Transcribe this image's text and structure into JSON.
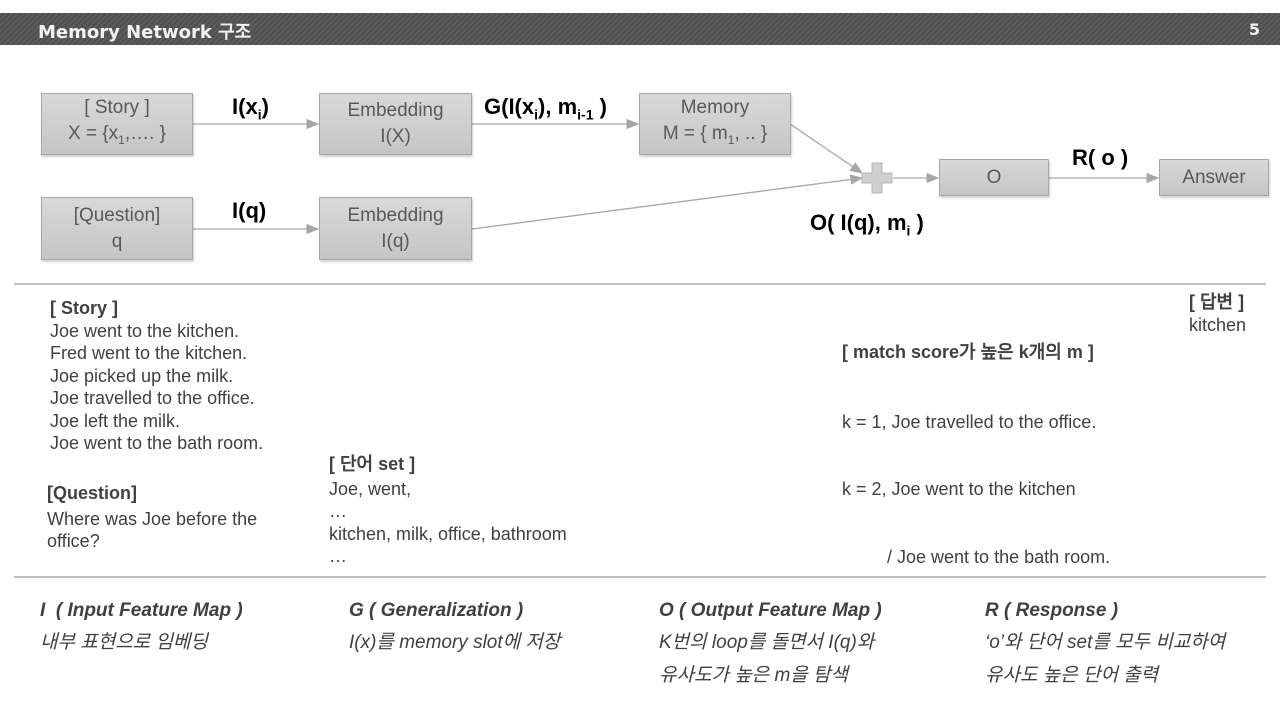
{
  "slide": {
    "title": "Memory Network 구조",
    "page_number": "5"
  },
  "diagram": {
    "story_box": {
      "line1": "[ Story ]",
      "line2_pre": "X = {x",
      "line2_sub": "1",
      "line2_post": ",…. }"
    },
    "embed1_box": {
      "line1": "Embedding",
      "line2": "I(X)"
    },
    "memory_box": {
      "line1": "Memory",
      "line2_pre": "M = { m",
      "line2_sub": "1",
      "line2_post": ", .. }"
    },
    "question_box": {
      "line1": "[Question]",
      "line2": "q"
    },
    "embed2_box": {
      "line1": "Embedding",
      "line2": "I(q)"
    },
    "o_box": {
      "label": "O"
    },
    "answer_box": {
      "label": "Answer"
    },
    "edge_labels": {
      "ix_pre": "I(x",
      "ix_sub": "i",
      "ix_post": ")",
      "g_pre": "G(I(x",
      "g_sub1": "i",
      "g_mid": "), m",
      "g_sub2": "i-1",
      "g_post": " )",
      "iq": "I(q)",
      "o_pre": "O( I(q), m",
      "o_sub": "i",
      "o_post": " )",
      "r": "R( o )"
    }
  },
  "story_section": {
    "heading": "[ Story ]",
    "lines": [
      "Joe went to the kitchen.",
      "Fred went to the kitchen.",
      "Joe picked up the milk.",
      "Joe travelled to the office.",
      "Joe left the milk.",
      "Joe went to the bath room."
    ]
  },
  "question_section": {
    "heading": "[Question]",
    "lines": [
      "Where was Joe before the",
      "office?"
    ]
  },
  "word_set_section": {
    "heading": "[ 단어 set ]",
    "lines": [
      "Joe,   went,",
      "…",
      "kitchen, milk, office, bathroom",
      "…"
    ]
  },
  "match_section": {
    "heading": "[ match score가 높은 k개의 m ]",
    "lines": [
      "k = 1, Joe travelled to the office.",
      "k = 2, Joe went to the kitchen",
      "         / Joe went to the bath room."
    ]
  },
  "answer_section": {
    "heading": "[ 답변 ]",
    "value": "kitchen"
  },
  "components": [
    {
      "title": "I  ( Input Feature Map )",
      "lines": [
        "내부 표현으로 임베딩"
      ]
    },
    {
      "title": "G ( Generalization )",
      "lines": [
        "I(x)를 memory slot에 저장"
      ]
    },
    {
      "title": "O ( Output Feature Map )",
      "lines": [
        "K번의 loop를 돌면서 I(q)와",
        "유사도가 높은 m을 탐색"
      ]
    },
    {
      "title": "R ( Response )",
      "lines": [
        "‘o’와 단어 set를 모두 비교하여",
        "유사도 높은 단어 출력"
      ]
    }
  ],
  "colors": {
    "title_bar": "#555555",
    "box_fill": "#cfcfcf",
    "arrow": "#a6a6a6",
    "text": "#404040"
  }
}
